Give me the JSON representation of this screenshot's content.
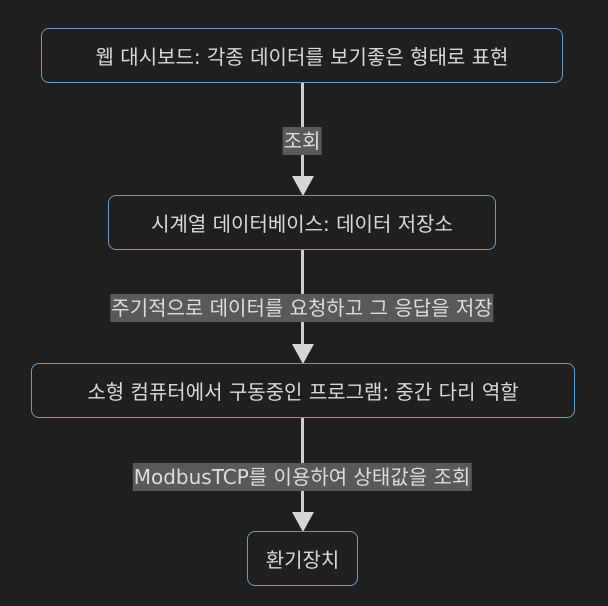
{
  "nodes": [
    {
      "label": "웹 대시보드: 각종 데이터를 보기좋은 형태로 표현"
    },
    {
      "label": "시계열 데이터베이스: 데이터 저장소"
    },
    {
      "label": "소형 컴퓨터에서 구동중인 프로그램: 중간 다리 역할"
    },
    {
      "label": "환기장치"
    }
  ],
  "edges": [
    {
      "label": "조회"
    },
    {
      "label": "주기적으로 데이터를 요청하고 그 응답을 저장"
    },
    {
      "label": "ModbusTCP를 이용하여 상태값을 조회"
    }
  ],
  "colors": {
    "background": "#1f1f1f",
    "node_border": "#6b9bc8",
    "edge": "#cfcfcf",
    "label_bg": "#595959"
  }
}
